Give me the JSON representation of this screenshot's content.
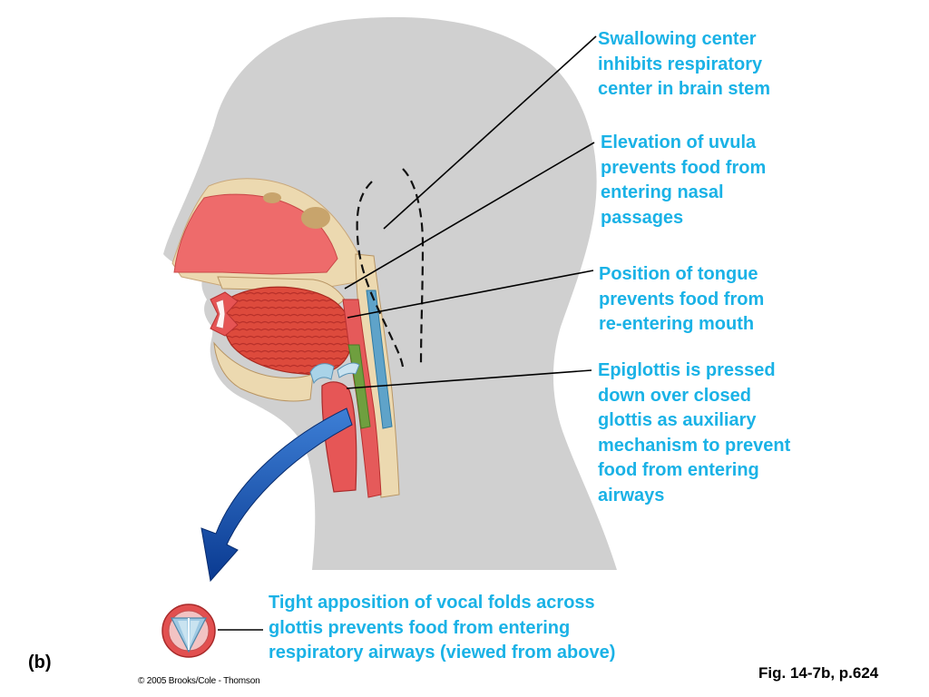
{
  "figure": {
    "part_label": "(b)",
    "reference": "Fig. 14-7b, p.624",
    "copyright": "© 2005 Brooks/Cole - Thomson"
  },
  "callouts": {
    "swallowing_center": "Swallowing center\ninhibits respiratory\ncenter in brain stem",
    "uvula": "Elevation of uvula\nprevents food from\nentering nasal\npassages",
    "tongue": "Position of tongue\nprevents food from\nre-entering mouth",
    "epiglottis": "Epiglottis is pressed\ndown over closed\nglottis as auxiliary\nmechanism to prevent\nfood from entering\nairways",
    "vocal_folds": "Tight apposition of vocal folds across\nglottis prevents food from entering\nrespiratory airways (viewed from above)"
  },
  "colors": {
    "callout_text": "#1ab2e6",
    "head_silhouette": "#d0d0d0",
    "tissue_red": "#e55050",
    "bone_tan": "#ecd9b0",
    "arrow_blue": "#0f4aa6"
  }
}
